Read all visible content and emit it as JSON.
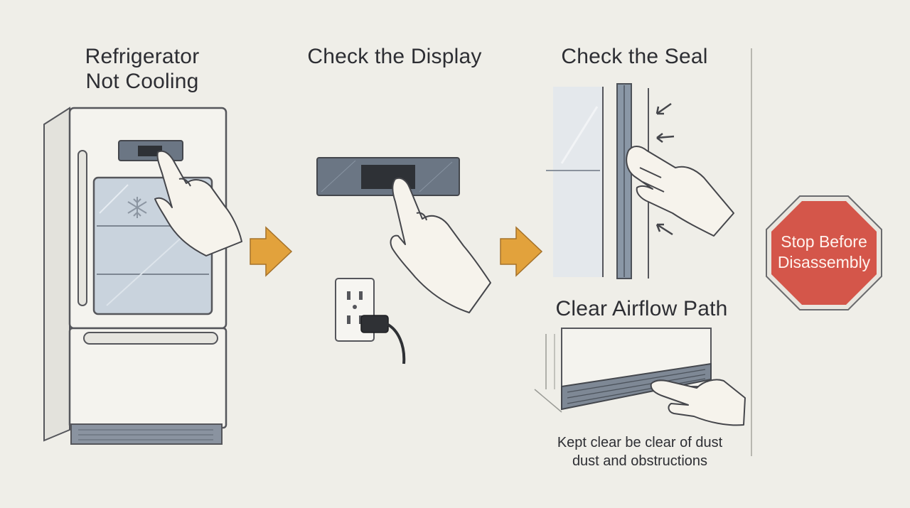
{
  "steps": {
    "step1_title_line1": "Refrigerator",
    "step1_title_line2": "Not Cooling",
    "step2_title": "Check the Display",
    "step3_title": "Check the Seal",
    "step4_title": "Clear Airflow Path",
    "step4_caption_line1": "Kept clear be clear of dust",
    "step4_caption_line2": "dust and obstructions"
  },
  "stop_sign": {
    "line1": "Stop Before",
    "line2": "Disassembly"
  },
  "colors": {
    "background": "#efeee8",
    "arrow": "#e2a23c",
    "stop_sign": "#d4564a",
    "display_panel": "#6b7684"
  },
  "icons": [
    "snowflake-icon",
    "arrow-right-icon",
    "stop-sign-icon",
    "power-outlet-icon",
    "hand-icon"
  ]
}
